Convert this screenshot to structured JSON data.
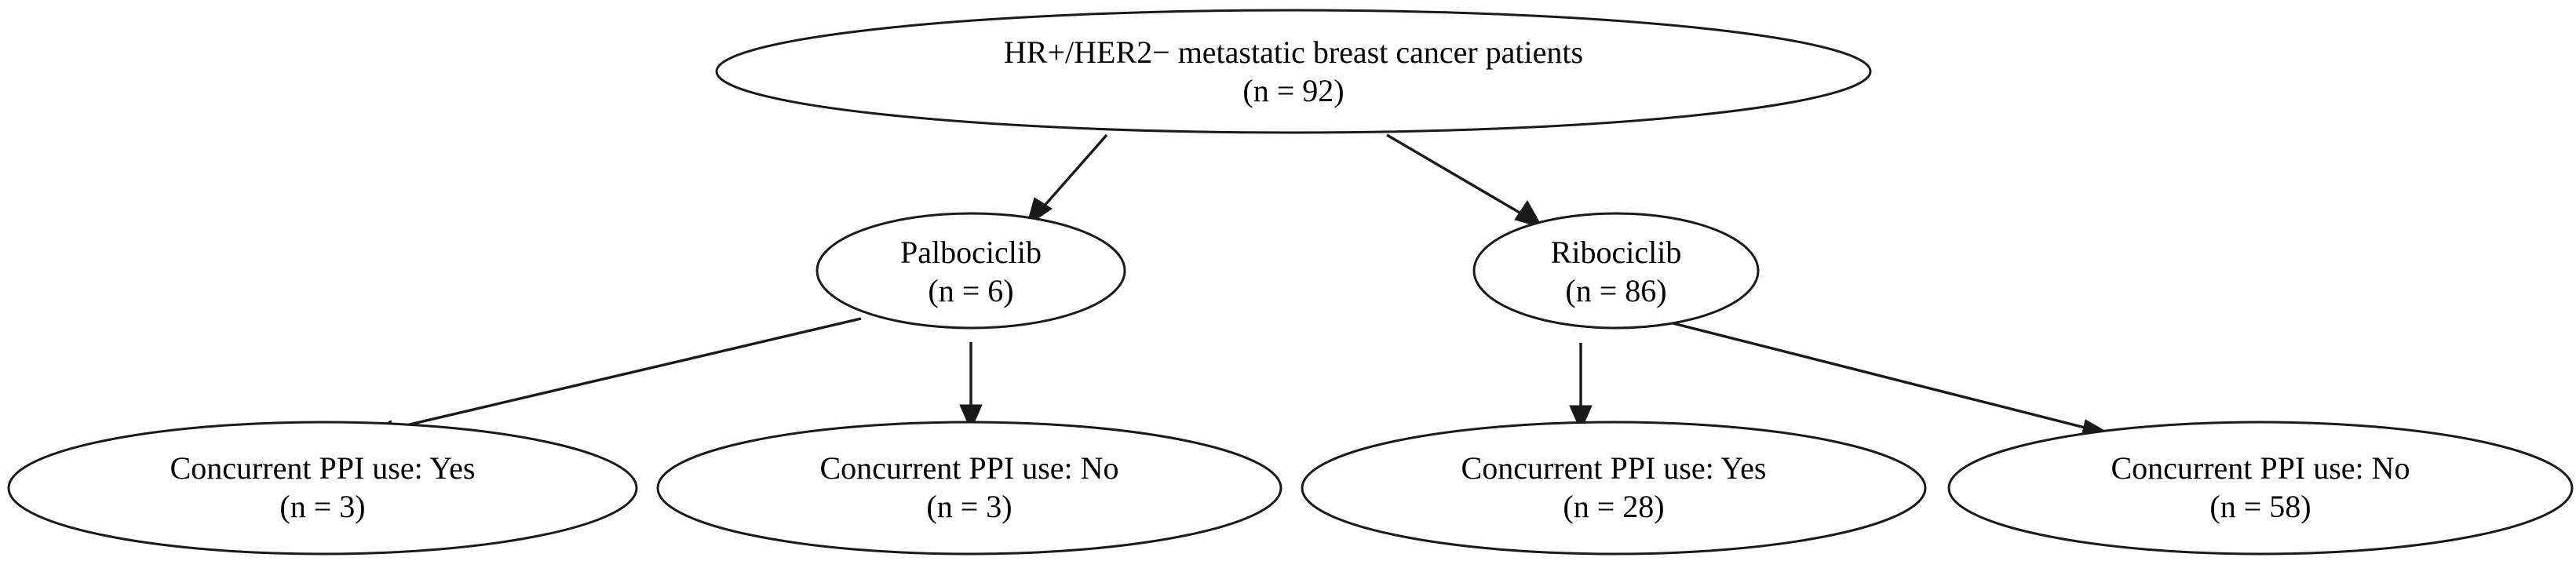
{
  "diagram": {
    "type": "flowchart-tree",
    "title": "HR+/HER2- metastatic breast cancer patient cohort flow",
    "background_color": "#ffffff",
    "node_fill_color": "#ffffff",
    "node_stroke_color": "#1a1a1a",
    "edge_color": "#1a1a1a",
    "text_color": "#000000",
    "node_shape": "ellipse",
    "nodes": [
      {
        "id": "root",
        "line1": "HR+/HER2− metastatic breast cancer patients",
        "line2": "(n = 92)",
        "count": 92,
        "level": 0
      },
      {
        "id": "palbociclib",
        "line1": "Palbociclib",
        "line2": "(n = 6)",
        "count": 6,
        "level": 1
      },
      {
        "id": "ribociclib",
        "line1": "Ribociclib",
        "line2": "(n = 86)",
        "count": 86,
        "level": 1
      },
      {
        "id": "palbo-ppi-yes",
        "line1": "Concurrent PPI use: Yes",
        "line2": "(n = 3)",
        "count": 3,
        "level": 2
      },
      {
        "id": "palbo-ppi-no",
        "line1": "Concurrent PPI use: No",
        "line2": "(n = 3)",
        "count": 3,
        "level": 2
      },
      {
        "id": "ribo-ppi-yes",
        "line1": "Concurrent PPI use: Yes",
        "line2": "(n = 28)",
        "count": 28,
        "level": 2
      },
      {
        "id": "ribo-ppi-no",
        "line1": "Concurrent PPI use: No",
        "line2": "(n = 58)",
        "count": 58,
        "level": 2
      }
    ],
    "edges": [
      {
        "from": "root",
        "to": "palbociclib"
      },
      {
        "from": "root",
        "to": "ribociclib"
      },
      {
        "from": "palbociclib",
        "to": "palbo-ppi-yes"
      },
      {
        "from": "palbociclib",
        "to": "palbo-ppi-no"
      },
      {
        "from": "ribociclib",
        "to": "ribo-ppi-yes"
      },
      {
        "from": "ribociclib",
        "to": "ribo-ppi-no"
      }
    ]
  }
}
